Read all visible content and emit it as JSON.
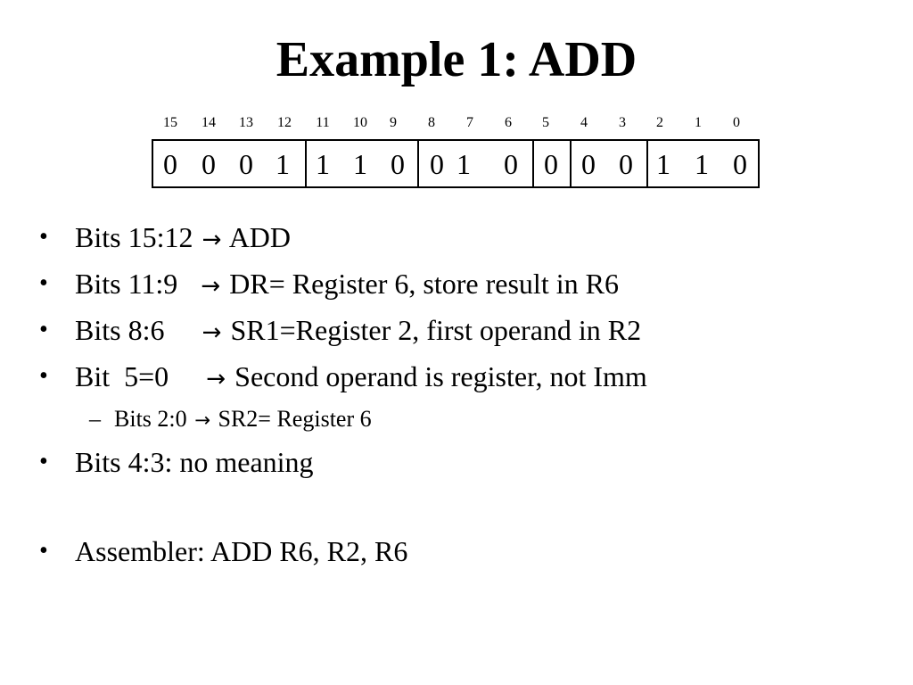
{
  "slide": {
    "title": "Example 1: ADD"
  },
  "instruction": {
    "bit_indices": [
      "15",
      "14",
      "13",
      "12",
      "11",
      "10",
      "9",
      "8",
      "7",
      "6",
      "5",
      "4",
      "3",
      "2",
      "1",
      "0"
    ],
    "bit_values": [
      "0",
      "0",
      "0",
      "1",
      "1",
      "1",
      "0",
      "0",
      "1",
      "0",
      "0",
      "0",
      "0",
      "1",
      "1",
      "0"
    ]
  },
  "bullets": {
    "marker": "•",
    "sub_marker": "–",
    "arrow": "→",
    "b1": {
      "head": "Bits 15:12 ",
      "tail": " ADD"
    },
    "b2": {
      "head": "Bits 11:9   ",
      "tail": " DR= Register 6, store result in R6"
    },
    "b3": {
      "head": "Bits 8:6     ",
      "tail": " SR1=Register 2, first operand in R2"
    },
    "b4": {
      "head": "Bit  5=0     ",
      "tail": " Second operand is register, not Imm"
    },
    "sub1": {
      "head": "Bits 2:0 ",
      "tail": " SR2= Register 6"
    },
    "b5": {
      "text": "Bits 4:3: no meaning"
    },
    "b6": {
      "text": "Assembler: ADD R6, R2, R6"
    }
  }
}
